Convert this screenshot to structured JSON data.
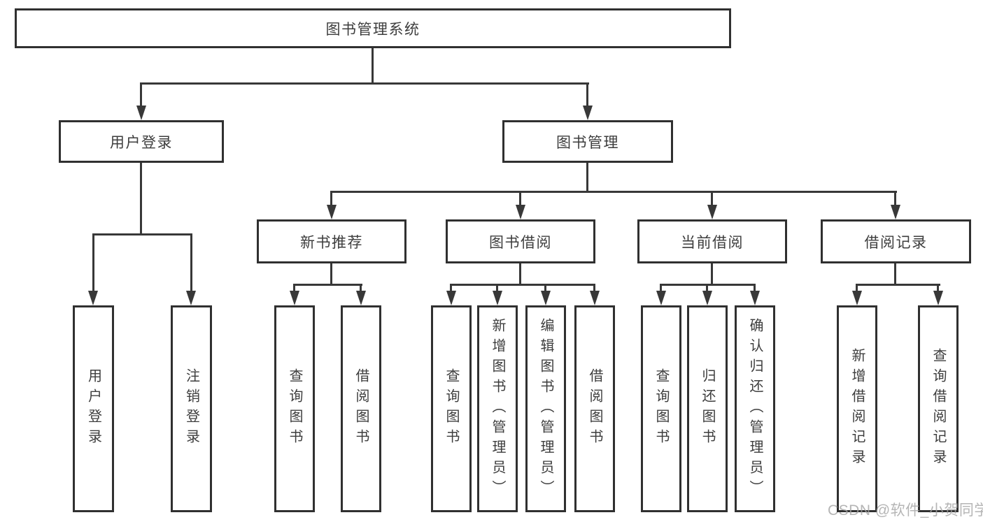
{
  "diagram": {
    "root_label": "图书管理系统",
    "user_branch": {
      "label": "用户登录",
      "leaves": [
        "用户登录",
        "注销登录"
      ]
    },
    "mgmt_branch": {
      "label": "图书管理",
      "groups": [
        {
          "label": "新书推荐",
          "leaves": [
            "查询图书",
            "借阅图书"
          ]
        },
        {
          "label": "图书借阅",
          "leaves": [
            "查询图书",
            "新增图书（管理员）",
            "编辑图书（管理员）",
            "借阅图书"
          ]
        },
        {
          "label": "当前借阅",
          "leaves": [
            "查询图书",
            "归还图书",
            "确认归还（管理员）"
          ]
        },
        {
          "label": "借阅记录",
          "leaves": [
            "新增借阅记录",
            "查询借阅记录"
          ]
        }
      ]
    }
  },
  "watermark": {
    "text": "CSDN @软件_小贺同学"
  },
  "colors": {
    "background": "#ffffff",
    "box_border": "#303030",
    "connector_line": "#383838",
    "text": "#3d3d3d",
    "watermark_text": "#a3a3a3"
  }
}
